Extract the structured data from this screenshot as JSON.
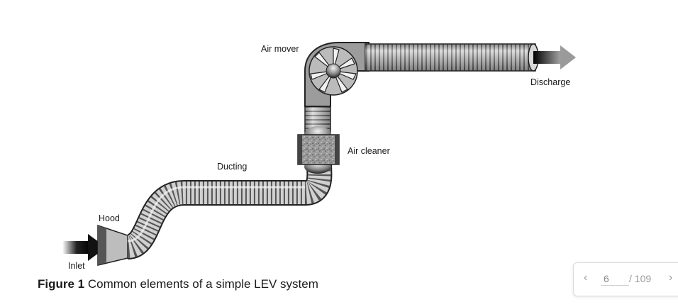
{
  "figure": {
    "labels": {
      "air_mover": "Air mover",
      "discharge": "Discharge",
      "air_cleaner": "Air cleaner",
      "ducting": "Ducting",
      "hood": "Hood",
      "inlet": "Inlet"
    },
    "caption_number": "Figure 1",
    "caption_text": "Common elements of a simple LEV system"
  },
  "pager": {
    "prev_icon": "chevron-left-icon",
    "next_icon": "chevron-right-icon",
    "current_page": "6",
    "total": "/ 109"
  }
}
